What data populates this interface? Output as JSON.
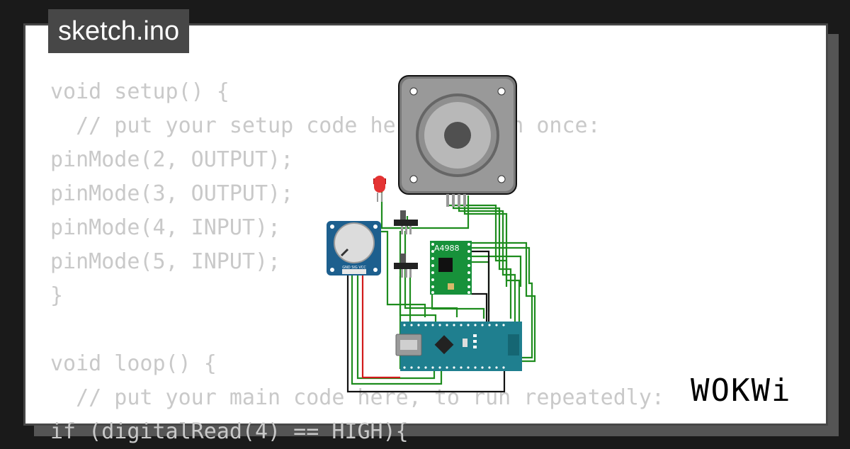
{
  "tab": {
    "title": "sketch.ino"
  },
  "code_lines": [
    "void setup() {",
    "  // put your setup code here, to run once:",
    "pinMode(2, OUTPUT);",
    "pinMode(3, OUTPUT);",
    "pinMode(4, INPUT);",
    "pinMode(5, INPUT);",
    "}",
    "",
    "void loop() {",
    "  // put your main code here, to run repeatedly:",
    "if (digitalRead(4) == HIGH){"
  ],
  "driver": {
    "label": "A4988"
  },
  "potentiometer": {
    "pin_labels": "GND SIG VCC"
  },
  "logo": {
    "text": "WOKWi"
  },
  "colors": {
    "wire_green": "#1e8c1e",
    "wire_black": "#111111",
    "wire_red": "#d11b1b",
    "board_teal": "#1f7f8f",
    "driver_green": "#17913a",
    "pot_blue": "#1d5f8e"
  }
}
